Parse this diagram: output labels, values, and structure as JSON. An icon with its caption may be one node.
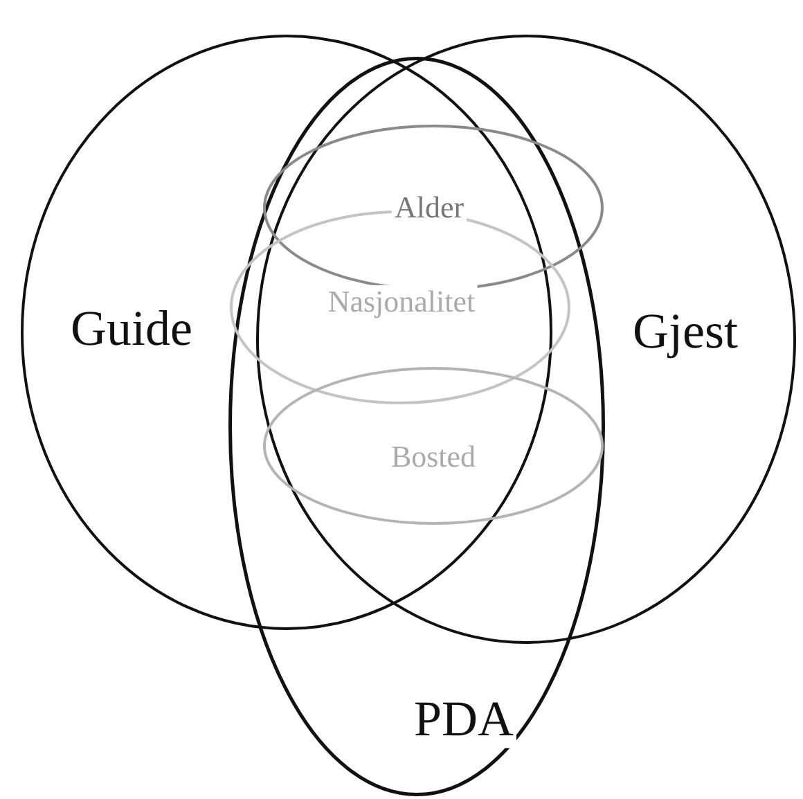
{
  "diagram": {
    "nodes": [
      {
        "text": [
          "Guide"
        ]
      },
      {
        "text": [
          "Gjest"
        ]
      },
      {
        "text": [
          "PDA"
        ]
      },
      {
        "text": [
          "Alder"
        ]
      },
      {
        "text": [
          "Nasjonalitet"
        ]
      },
      {
        "text": [
          "Bosted"
        ]
      }
    ]
  }
}
